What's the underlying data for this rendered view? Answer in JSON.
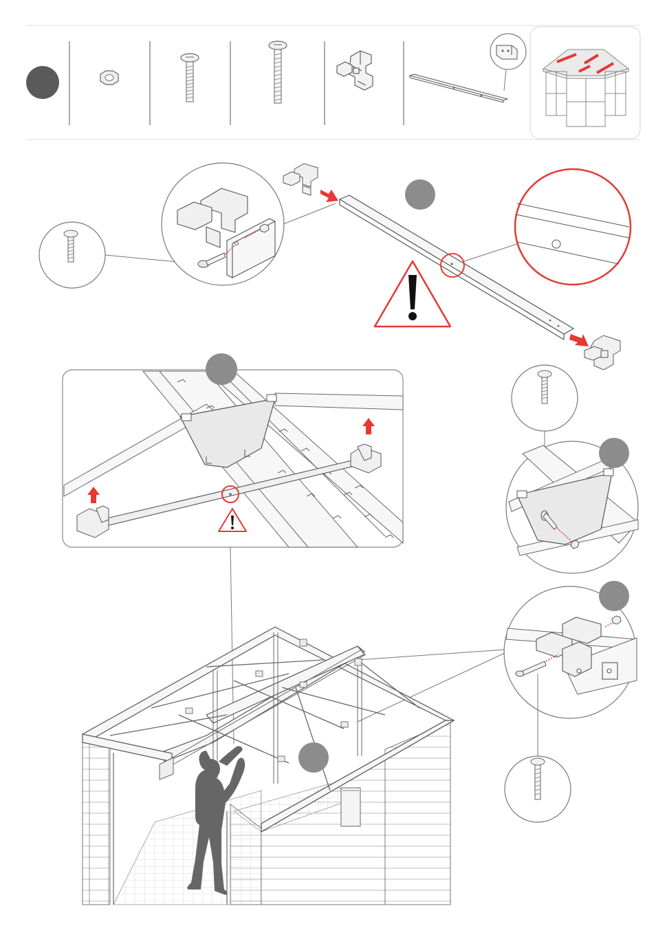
{
  "page": {
    "step_badges": [
      {
        "name": "step-badge-main",
        "label": ""
      },
      {
        "name": "step-badge-a",
        "label": ""
      },
      {
        "name": "step-badge-b",
        "label": ""
      },
      {
        "name": "step-badge-c",
        "label": ""
      },
      {
        "name": "step-badge-d",
        "label": ""
      },
      {
        "name": "step-badge-e",
        "label": ""
      }
    ],
    "parts_strip": [
      {
        "name": "nut-part",
        "label": ""
      },
      {
        "name": "short-bolt-part",
        "label": ""
      },
      {
        "name": "long-bolt-part",
        "label": ""
      },
      {
        "name": "bracket-part",
        "label": ""
      },
      {
        "name": "roof-beam-part",
        "label": ""
      },
      {
        "name": "shed-thumbnail",
        "label": ""
      }
    ],
    "icons": [
      "warning-icon",
      "exclamation-icon",
      "arrow-icon",
      "bolt-icon",
      "nut-icon",
      "person-icon"
    ],
    "colors": {
      "accent_red": "#e53935",
      "badge_gray": "#8c8c8c",
      "badge_dark": "#5a5a5a",
      "line_gray": "#888888",
      "person_gray": "#666666"
    }
  }
}
